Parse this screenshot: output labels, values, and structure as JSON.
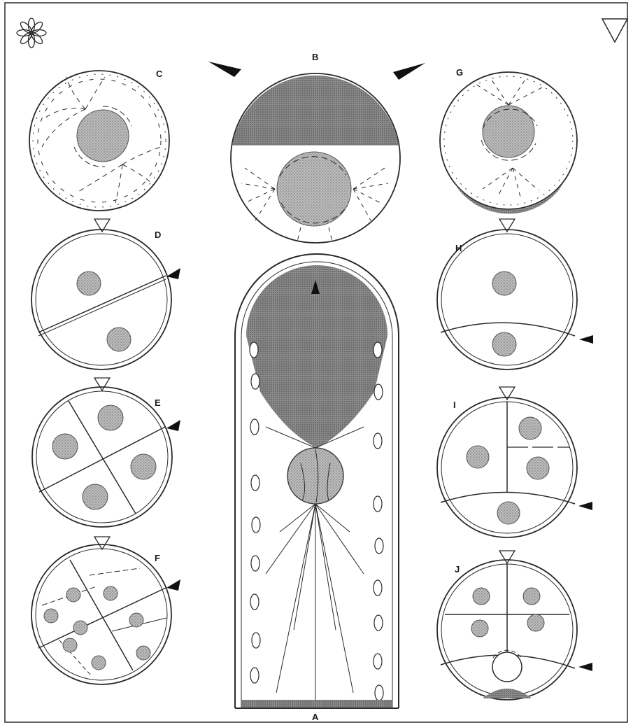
{
  "figure": {
    "panels": [
      {
        "id": "A",
        "label": "A"
      },
      {
        "id": "B",
        "label": "B"
      },
      {
        "id": "C",
        "label": "C"
      },
      {
        "id": "D",
        "label": "D"
      },
      {
        "id": "E",
        "label": "E"
      },
      {
        "id": "F",
        "label": "F"
      },
      {
        "id": "G",
        "label": "G"
      },
      {
        "id": "H",
        "label": "H"
      },
      {
        "id": "I",
        "label": "I"
      },
      {
        "id": "J",
        "label": "J"
      }
    ]
  },
  "colors": {
    "line": "#2a2a2a",
    "nucleus": "#a3a3a3",
    "cytoplasm_dense": "#9a9a9a",
    "background": "#ffffff"
  },
  "icons": [
    "flower-icon",
    "triangle-down-icon"
  ]
}
